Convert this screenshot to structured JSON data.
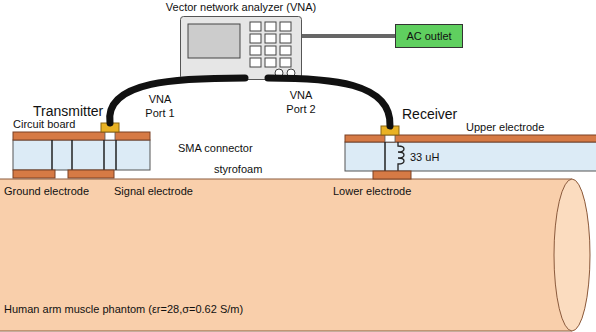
{
  "diagram": {
    "nodes": [
      {
        "text": [
          "Vector network analyzer (VNA)"
        ]
      },
      {
        "text": [
          "AC outlet"
        ]
      },
      {
        "text": [
          "Human arm muscle phantom (εr=28,σ=0.62 S/m)"
        ]
      }
    ],
    "edges": [
      {
        "from": 0,
        "to": 1,
        "arrow": "none"
      }
    ],
    "labels": [
      "VNA Port 1",
      "VNA Port 2",
      "Transmitter",
      "Receiver",
      "Circuit board",
      "SMA connector",
      "Upper electrode",
      "33 uH",
      "styrofoam",
      "Ground electrode",
      "Signal electrode",
      "Lower electrode"
    ]
  }
}
